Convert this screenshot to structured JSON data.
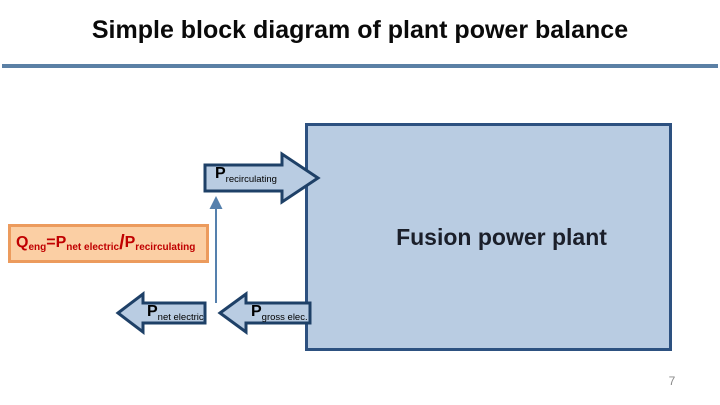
{
  "slide": {
    "title": "Simple block diagram of plant power balance",
    "page_number": "7"
  },
  "diagram": {
    "plant_box": {
      "label": "Fusion power plant"
    },
    "formula_box": {
      "terms": {
        "q": "Q",
        "q_sub": "eng",
        "equals": "=",
        "p_net": "P",
        "p_net_sub": "net electric",
        "slash": "/",
        "p_rec": "P",
        "p_rec_sub": "recirculating"
      }
    },
    "arrows": {
      "p_recirculating": {
        "symbol": "P",
        "subscript": "recirculating",
        "direction": "right-into-plant"
      },
      "p_net_electric": {
        "symbol": "P",
        "subscript": "net electric",
        "direction": "left-out"
      },
      "p_gross_electric": {
        "symbol": "P",
        "subscript": "gross elec.",
        "direction": "left-out-of-plant"
      },
      "recirculation_flow": {
        "direction": "up-from-gross-to-recirculating"
      }
    }
  },
  "theme": {
    "title_black": "#0a0a0a",
    "rule_blue": "#5b80a5",
    "box_fill": "#b9cce2",
    "box_border": "#2d5180",
    "arrow_fill": "#b9cce2",
    "arrow_border": "#1e4067",
    "flow_arrow": "#5580ad",
    "orange_fill": "#fbcfa4",
    "orange_border": "#ec9b5d",
    "formula_red": "#c00000",
    "plant_text": "#1b1f2a",
    "page_gray": "#8a8a8a"
  }
}
